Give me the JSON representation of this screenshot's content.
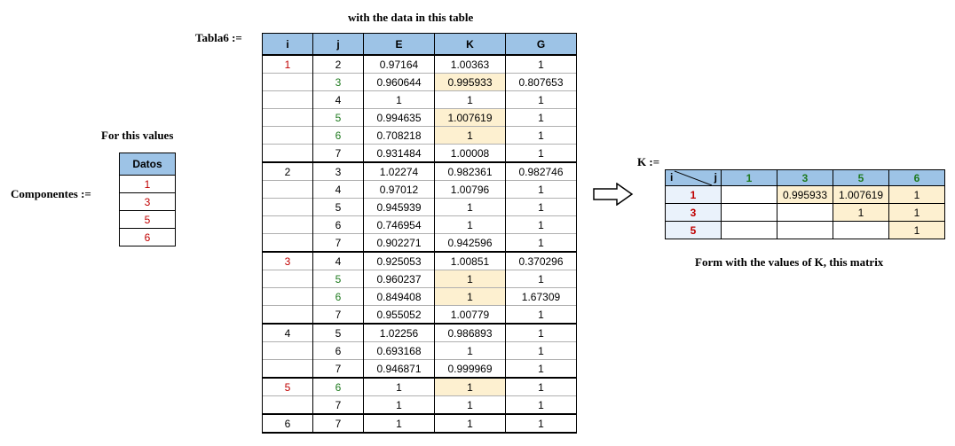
{
  "title": "with the data in this table",
  "tabla_label": "Tabla6 :=",
  "tabla6": {
    "headers": [
      "i",
      "j",
      "E",
      "K",
      "G"
    ],
    "rows": [
      {
        "i": "1",
        "j": "2",
        "E": "0.97164",
        "K": "1.00363",
        "G": "1",
        "i_color": "red",
        "j_color": "",
        "hl": false,
        "grp": true
      },
      {
        "i": "",
        "j": "3",
        "E": "0.960644",
        "K": "0.995933",
        "G": "0.807653",
        "i_color": "",
        "j_color": "green",
        "hl": true,
        "grp": false
      },
      {
        "i": "",
        "j": "4",
        "E": "1",
        "K": "1",
        "G": "1",
        "i_color": "",
        "j_color": "",
        "hl": false,
        "grp": false
      },
      {
        "i": "",
        "j": "5",
        "E": "0.994635",
        "K": "1.007619",
        "G": "1",
        "i_color": "",
        "j_color": "green",
        "hl": true,
        "grp": false
      },
      {
        "i": "",
        "j": "6",
        "E": "0.708218",
        "K": "1",
        "G": "1",
        "i_color": "",
        "j_color": "green",
        "hl": true,
        "grp": false
      },
      {
        "i": "",
        "j": "7",
        "E": "0.931484",
        "K": "1.00008",
        "G": "1",
        "i_color": "",
        "j_color": "",
        "hl": false,
        "grp": false
      },
      {
        "i": "2",
        "j": "3",
        "E": "1.02274",
        "K": "0.982361",
        "G": "0.982746",
        "i_color": "",
        "j_color": "",
        "hl": false,
        "grp": true
      },
      {
        "i": "",
        "j": "4",
        "E": "0.97012",
        "K": "1.00796",
        "G": "1",
        "i_color": "",
        "j_color": "",
        "hl": false,
        "grp": false
      },
      {
        "i": "",
        "j": "5",
        "E": "0.945939",
        "K": "1",
        "G": "1",
        "i_color": "",
        "j_color": "",
        "hl": false,
        "grp": false
      },
      {
        "i": "",
        "j": "6",
        "E": "0.746954",
        "K": "1",
        "G": "1",
        "i_color": "",
        "j_color": "",
        "hl": false,
        "grp": false
      },
      {
        "i": "",
        "j": "7",
        "E": "0.902271",
        "K": "0.942596",
        "G": "1",
        "i_color": "",
        "j_color": "",
        "hl": false,
        "grp": false
      },
      {
        "i": "3",
        "j": "4",
        "E": "0.925053",
        "K": "1.00851",
        "G": "0.370296",
        "i_color": "red",
        "j_color": "",
        "hl": false,
        "grp": true
      },
      {
        "i": "",
        "j": "5",
        "E": "0.960237",
        "K": "1",
        "G": "1",
        "i_color": "",
        "j_color": "green",
        "hl": true,
        "grp": false
      },
      {
        "i": "",
        "j": "6",
        "E": "0.849408",
        "K": "1",
        "G": "1.67309",
        "i_color": "",
        "j_color": "green",
        "hl": true,
        "grp": false
      },
      {
        "i": "",
        "j": "7",
        "E": "0.955052",
        "K": "1.00779",
        "G": "1",
        "i_color": "",
        "j_color": "",
        "hl": false,
        "grp": false
      },
      {
        "i": "4",
        "j": "5",
        "E": "1.02256",
        "K": "0.986893",
        "G": "1",
        "i_color": "",
        "j_color": "",
        "hl": false,
        "grp": true
      },
      {
        "i": "",
        "j": "6",
        "E": "0.693168",
        "K": "1",
        "G": "1",
        "i_color": "",
        "j_color": "",
        "hl": false,
        "grp": false
      },
      {
        "i": "",
        "j": "7",
        "E": "0.946871",
        "K": "0.999969",
        "G": "1",
        "i_color": "",
        "j_color": "",
        "hl": false,
        "grp": false
      },
      {
        "i": "5",
        "j": "6",
        "E": "1",
        "K": "1",
        "G": "1",
        "i_color": "red",
        "j_color": "green",
        "hl": true,
        "grp": true
      },
      {
        "i": "",
        "j": "7",
        "E": "1",
        "K": "1",
        "G": "1",
        "i_color": "",
        "j_color": "",
        "hl": false,
        "grp": false
      },
      {
        "i": "6",
        "j": "7",
        "E": "1",
        "K": "1",
        "G": "1",
        "i_color": "",
        "j_color": "",
        "hl": false,
        "grp": true
      }
    ]
  },
  "for_values_label": "For this values",
  "componentes_label": "Componentes :=",
  "datos": {
    "header": "Datos",
    "values": [
      "1",
      "3",
      "5",
      "6"
    ]
  },
  "k_label": "K :=",
  "k_matrix": {
    "corner_i": "i",
    "corner_j": "j",
    "cols": [
      "1",
      "3",
      "5",
      "6"
    ],
    "rows": [
      {
        "label": "1",
        "cells": [
          "",
          "0.995933",
          "1.007619",
          "1"
        ],
        "hl": [
          false,
          true,
          true,
          true
        ]
      },
      {
        "label": "3",
        "cells": [
          "",
          "",
          "1",
          "1"
        ],
        "hl": [
          false,
          false,
          true,
          true
        ]
      },
      {
        "label": "5",
        "cells": [
          "",
          "",
          "",
          "1"
        ],
        "hl": [
          false,
          false,
          false,
          true
        ]
      }
    ]
  },
  "footer": "Form with the values of  K, this matrix",
  "colors": {
    "header_blue": "#9dc3e6",
    "highlight": "#fdf0d0",
    "red": "#c00000",
    "green": "#1e7a1e"
  }
}
